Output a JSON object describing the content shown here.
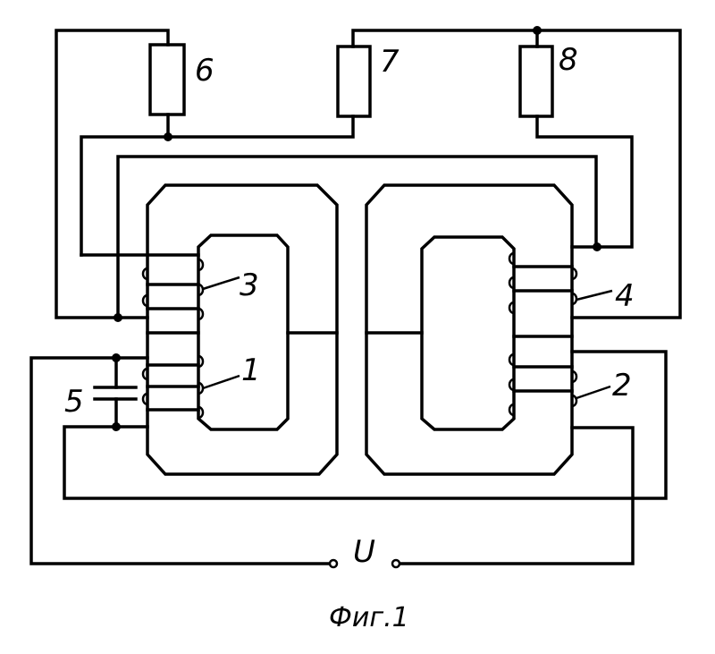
{
  "figure": {
    "caption": "Фиг.1",
    "voltage_label": "U",
    "component_labels": {
      "winding_1": "1",
      "winding_2": "2",
      "winding_3": "3",
      "winding_4": "4",
      "capacitor_5": "5",
      "load_6": "6",
      "load_7": "7",
      "load_8": "8"
    }
  }
}
